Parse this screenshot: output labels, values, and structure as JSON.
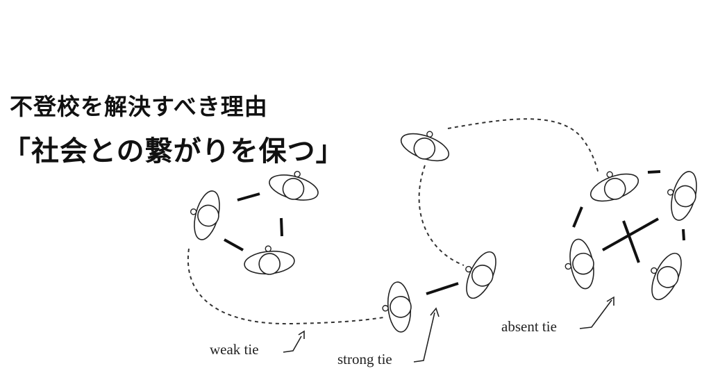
{
  "heading": {
    "line1": "不登校を解決すべき理由",
    "line2": "「社会との繋がりを保つ」"
  },
  "labels": {
    "weak": "weak tie",
    "strong": "strong tie",
    "absent": "absent tie"
  }
}
